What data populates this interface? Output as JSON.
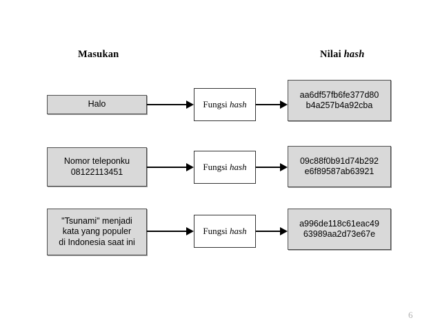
{
  "headers": {
    "input_column": {
      "text": "Masukan"
    },
    "hash_column": {
      "text_plain": "Nilai",
      "text_italic": "hash"
    }
  },
  "function_box": {
    "label_plain": "Fungsi",
    "label_italic": "hash"
  },
  "rows": [
    {
      "input": "Halo",
      "hash_line1": "aa6df57fb6fe377d80",
      "hash_line2": "b4a257b4a92cba"
    },
    {
      "input_line1": "Nomor teleponku",
      "input_line2": "08122113451",
      "hash_line1": "09c88f0b91d74b292",
      "hash_line2": "e6f89587ab63921"
    },
    {
      "input_line1": "\"Tsunami\" menjadi",
      "input_line2": "kata yang populer",
      "input_line3": "di Indonesia saat ini",
      "hash_line1": "a996de118c61eac49",
      "hash_line2": "63989aa2d73e67e"
    }
  ],
  "footer": {
    "page_number": "6"
  },
  "colors": {
    "box_fill": "#d9d9d9",
    "box_border": "#4d4d4d",
    "func_fill": "#ffffff",
    "func_border": "#333333",
    "arrow": "#000000",
    "page_number": "#b0b0b0",
    "background": "#ffffff"
  }
}
